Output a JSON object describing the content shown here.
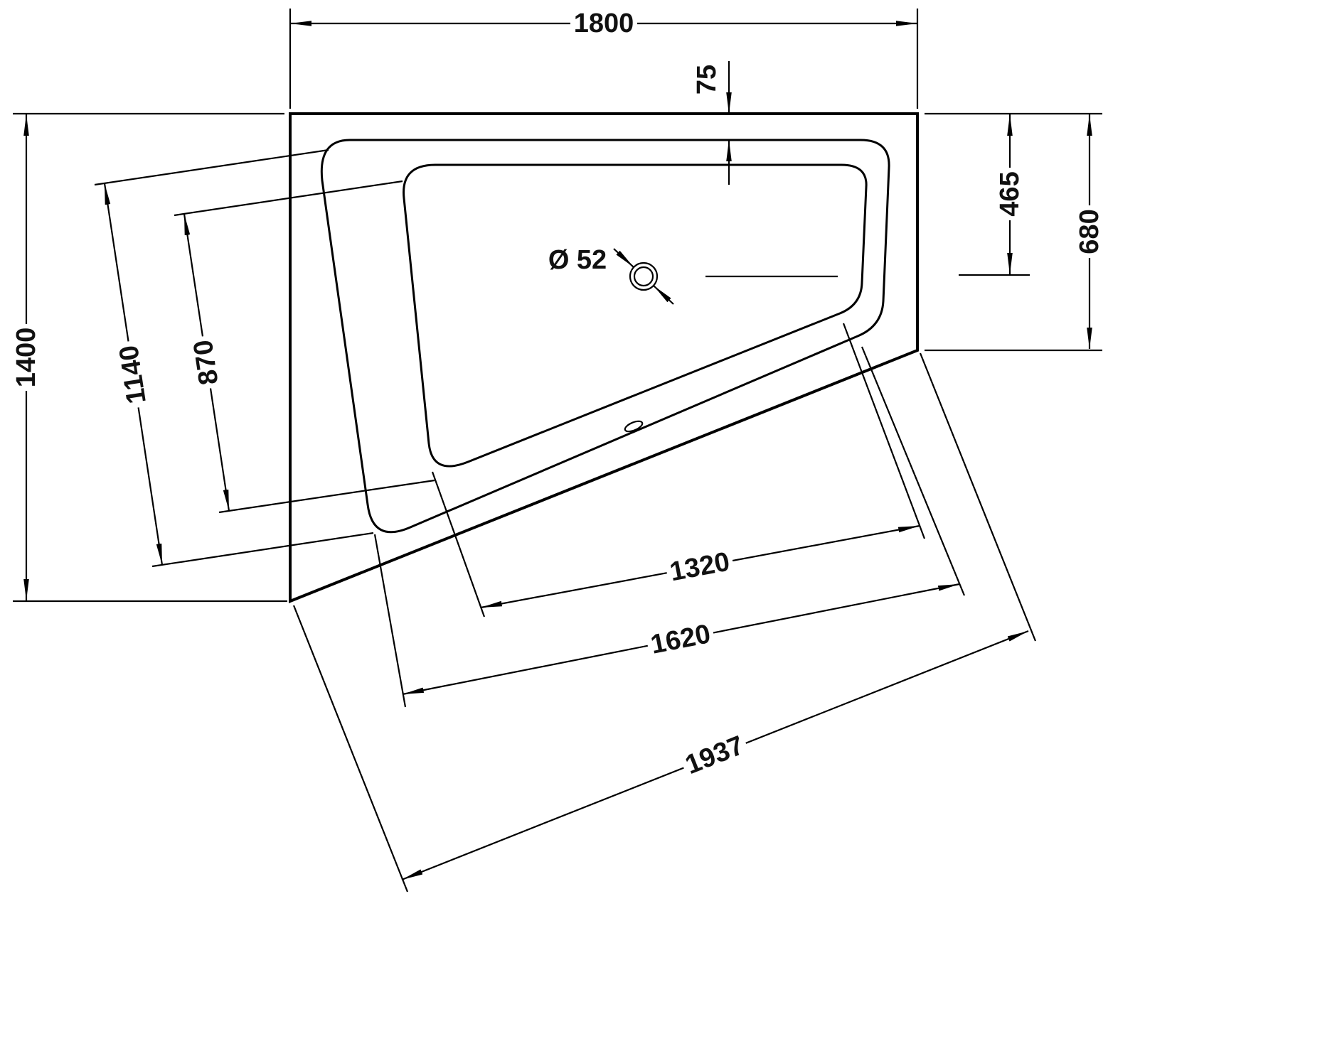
{
  "drawing": {
    "kind": "bathtub-plan-technical-drawing",
    "colors": {
      "line": "#000000",
      "background": "#ffffff"
    },
    "dimensions": {
      "overall_width": "1800",
      "rim_offset_top": "75",
      "drain_center_from_top": "465",
      "right_side_height": "680",
      "left_side_height": "1400",
      "rim_left_edge": "1140",
      "basin_left_edge": "870",
      "basin_front_edge": "1320",
      "rim_front_edge": "1620",
      "front_edge_total": "1937",
      "drain_diameter": "Ø 52"
    }
  }
}
